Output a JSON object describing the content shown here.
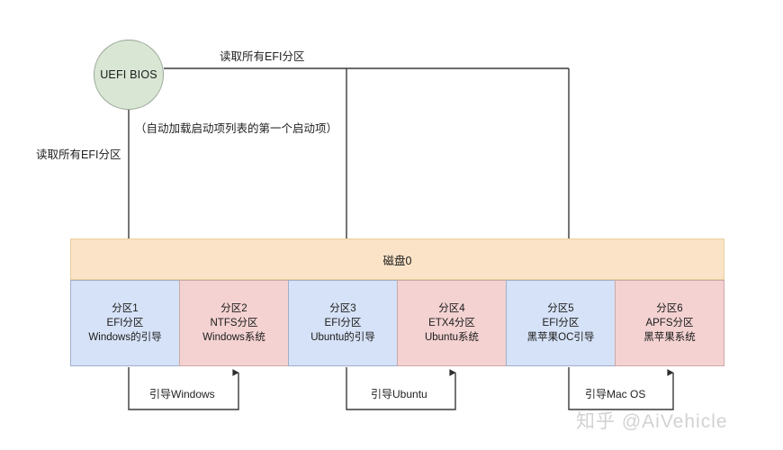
{
  "diagram": {
    "title": "UEFI multi-boot disk partition diagram",
    "bios_node": {
      "label": "UEFI BIOS"
    },
    "edge_labels": {
      "read_all_efi_top": "读取所有EFI分区",
      "read_all_efi_left": "读取所有EFI分区",
      "autoload_first_entry": "（自动加载启动项列表的第一个启动项）"
    },
    "disk": {
      "label": "磁盘0"
    },
    "partitions": [
      {
        "index": "分区1",
        "type": "EFI分区",
        "role": "Windows的引导",
        "color": "#d6e2f7",
        "scheme": "blue"
      },
      {
        "index": "分区2",
        "type": "NTFS分区",
        "role": "Windows系统",
        "color": "#f3d2d1",
        "scheme": "pink"
      },
      {
        "index": "分区3",
        "type": "EFI分区",
        "role": "Ubuntu的引导",
        "color": "#d6e2f7",
        "scheme": "blue"
      },
      {
        "index": "分区4",
        "type": "ETX4分区",
        "role": "Ubuntu系统",
        "color": "#f3d2d1",
        "scheme": "pink"
      },
      {
        "index": "分区5",
        "type": "EFI分区",
        "role": "黑苹果OC引导",
        "color": "#d6e2f7",
        "scheme": "blue"
      },
      {
        "index": "分区6",
        "type": "APFS分区",
        "role": "黑苹果系统",
        "color": "#f3d2d1",
        "scheme": "pink"
      }
    ],
    "boot_connectors": [
      {
        "label": "引导Windows"
      },
      {
        "label": "引导Ubuntu"
      },
      {
        "label": "引导Mac OS"
      }
    ],
    "watermark": "知乎 @AiVehicle",
    "colors": {
      "bios_fill": "#d9e6d4",
      "bios_stroke": "#9aa79a",
      "disk_fill": "#fbe3c7",
      "disk_stroke": "#e8cf9c",
      "efi_fill": "#d6e2f7",
      "system_fill": "#f3d2d1",
      "line": "#3a3a3a",
      "watermark": "#d2d2d2",
      "background": "#ffffff"
    }
  }
}
